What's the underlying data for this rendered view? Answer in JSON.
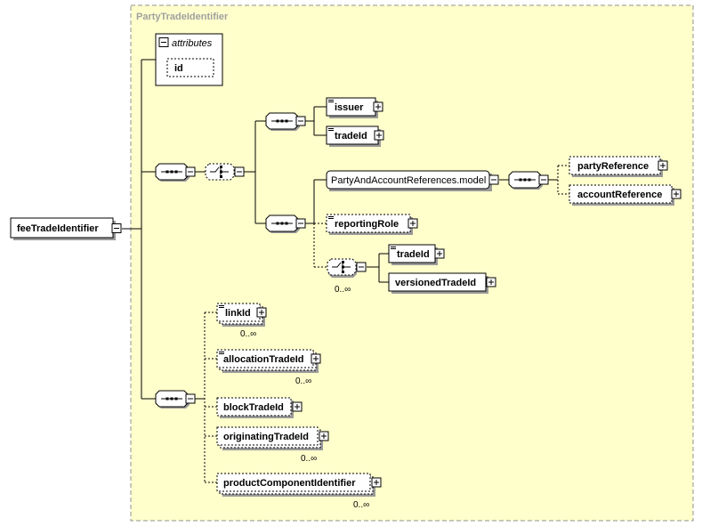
{
  "diagram": {
    "group_title": "PartyTradeIdentifier",
    "root": "feeTradeIdentifier",
    "attributes_label": "attributes",
    "attribute_id": "id",
    "issuer": "issuer",
    "trade_id_1": "tradeId",
    "group_ref": "PartyAndAccountReferences.model",
    "party_reference": "partyReference",
    "account_reference": "accountReference",
    "reporting_role": "reportingRole",
    "trade_id_2": "tradeId",
    "versioned_trade_id": "versionedTradeId",
    "choice_occurs": "0..∞",
    "link_id": "linkId",
    "link_id_occurs": "0..∞",
    "allocation_trade_id": "allocationTradeId",
    "allocation_trade_id_occurs": "0..∞",
    "block_trade_id": "blockTradeId",
    "originating_trade_id": "originatingTradeId",
    "originating_trade_id_occurs": "0..∞",
    "product_component_identifier": "productComponentIdentifier",
    "product_component_identifier_occurs": "0..∞"
  },
  "colors": {
    "group_background": "#ffffcc",
    "group_border": "#909090",
    "title_text": "#a0a0a0",
    "shadow": "#9a9a9a"
  },
  "icons": [
    "sequence-compositor-icon",
    "choice-compositor-icon",
    "expand-plus-icon",
    "collapse-minus-icon",
    "element-icon"
  ]
}
